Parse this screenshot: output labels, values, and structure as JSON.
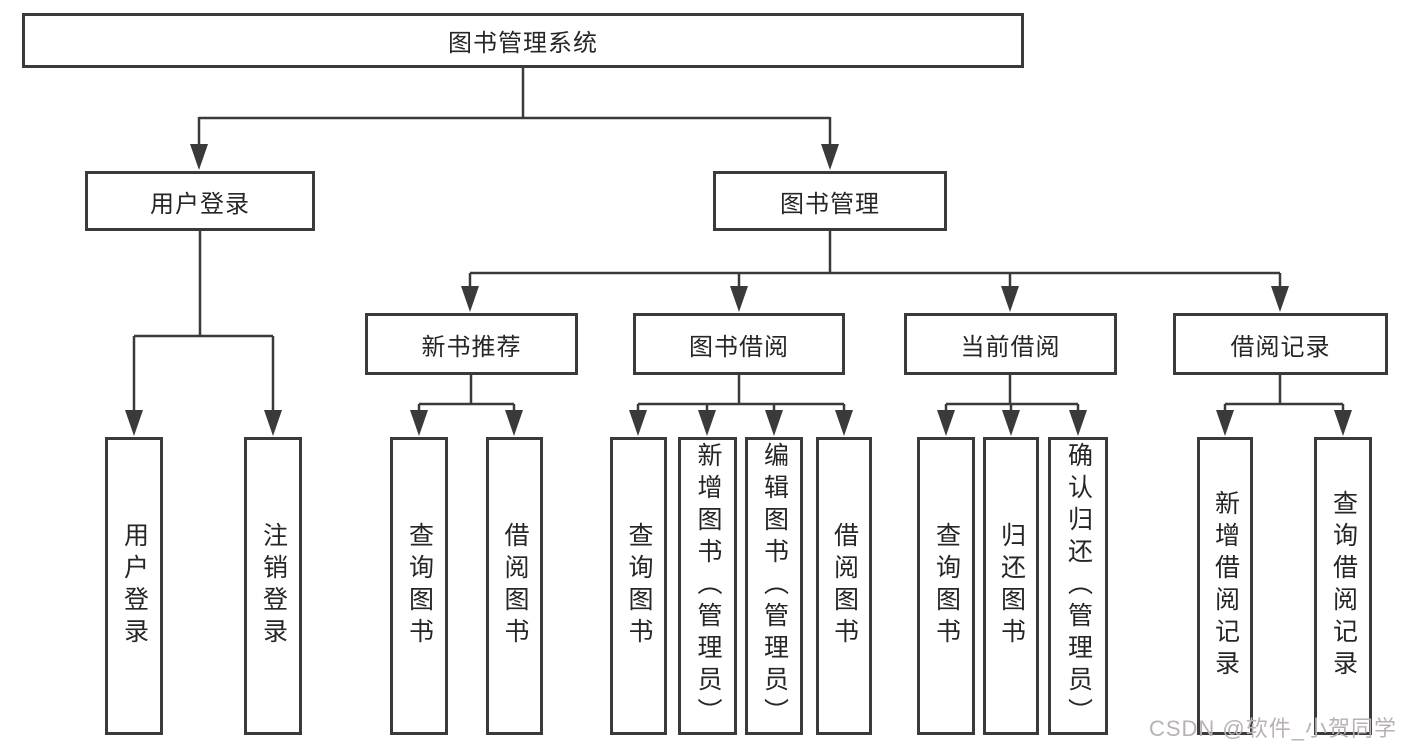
{
  "diagram": {
    "title": "图书管理系统",
    "tree": {
      "root": {
        "label": "图书管理系统",
        "children": [
          {
            "label": "用户登录",
            "children": [
              {
                "label": "用户登录"
              },
              {
                "label": "注销登录"
              }
            ]
          },
          {
            "label": "图书管理",
            "children": [
              {
                "label": "新书推荐",
                "children": [
                  {
                    "label": "查询图书"
                  },
                  {
                    "label": "借阅图书"
                  }
                ]
              },
              {
                "label": "图书借阅",
                "children": [
                  {
                    "label": "查询图书"
                  },
                  {
                    "label": "新增图书（管理员）"
                  },
                  {
                    "label": "编辑图书（管理员）"
                  },
                  {
                    "label": "借阅图书"
                  }
                ]
              },
              {
                "label": "当前借阅",
                "children": [
                  {
                    "label": "查询图书"
                  },
                  {
                    "label": "归还图书"
                  },
                  {
                    "label": "确认归还（管理员）"
                  }
                ]
              },
              {
                "label": "借阅记录",
                "children": [
                  {
                    "label": "新增借阅记录"
                  },
                  {
                    "label": "查询借阅记录"
                  }
                ]
              }
            ]
          }
        ]
      }
    },
    "colors": {
      "line": "#3a3a3a",
      "box_border": "#3a3a3a",
      "box_fill": "#ffffff",
      "text": "#262626",
      "watermark": "#b9b2b2",
      "background": "#ffffff"
    }
  },
  "watermark": {
    "text": "CSDN @软件_小贺同学"
  }
}
